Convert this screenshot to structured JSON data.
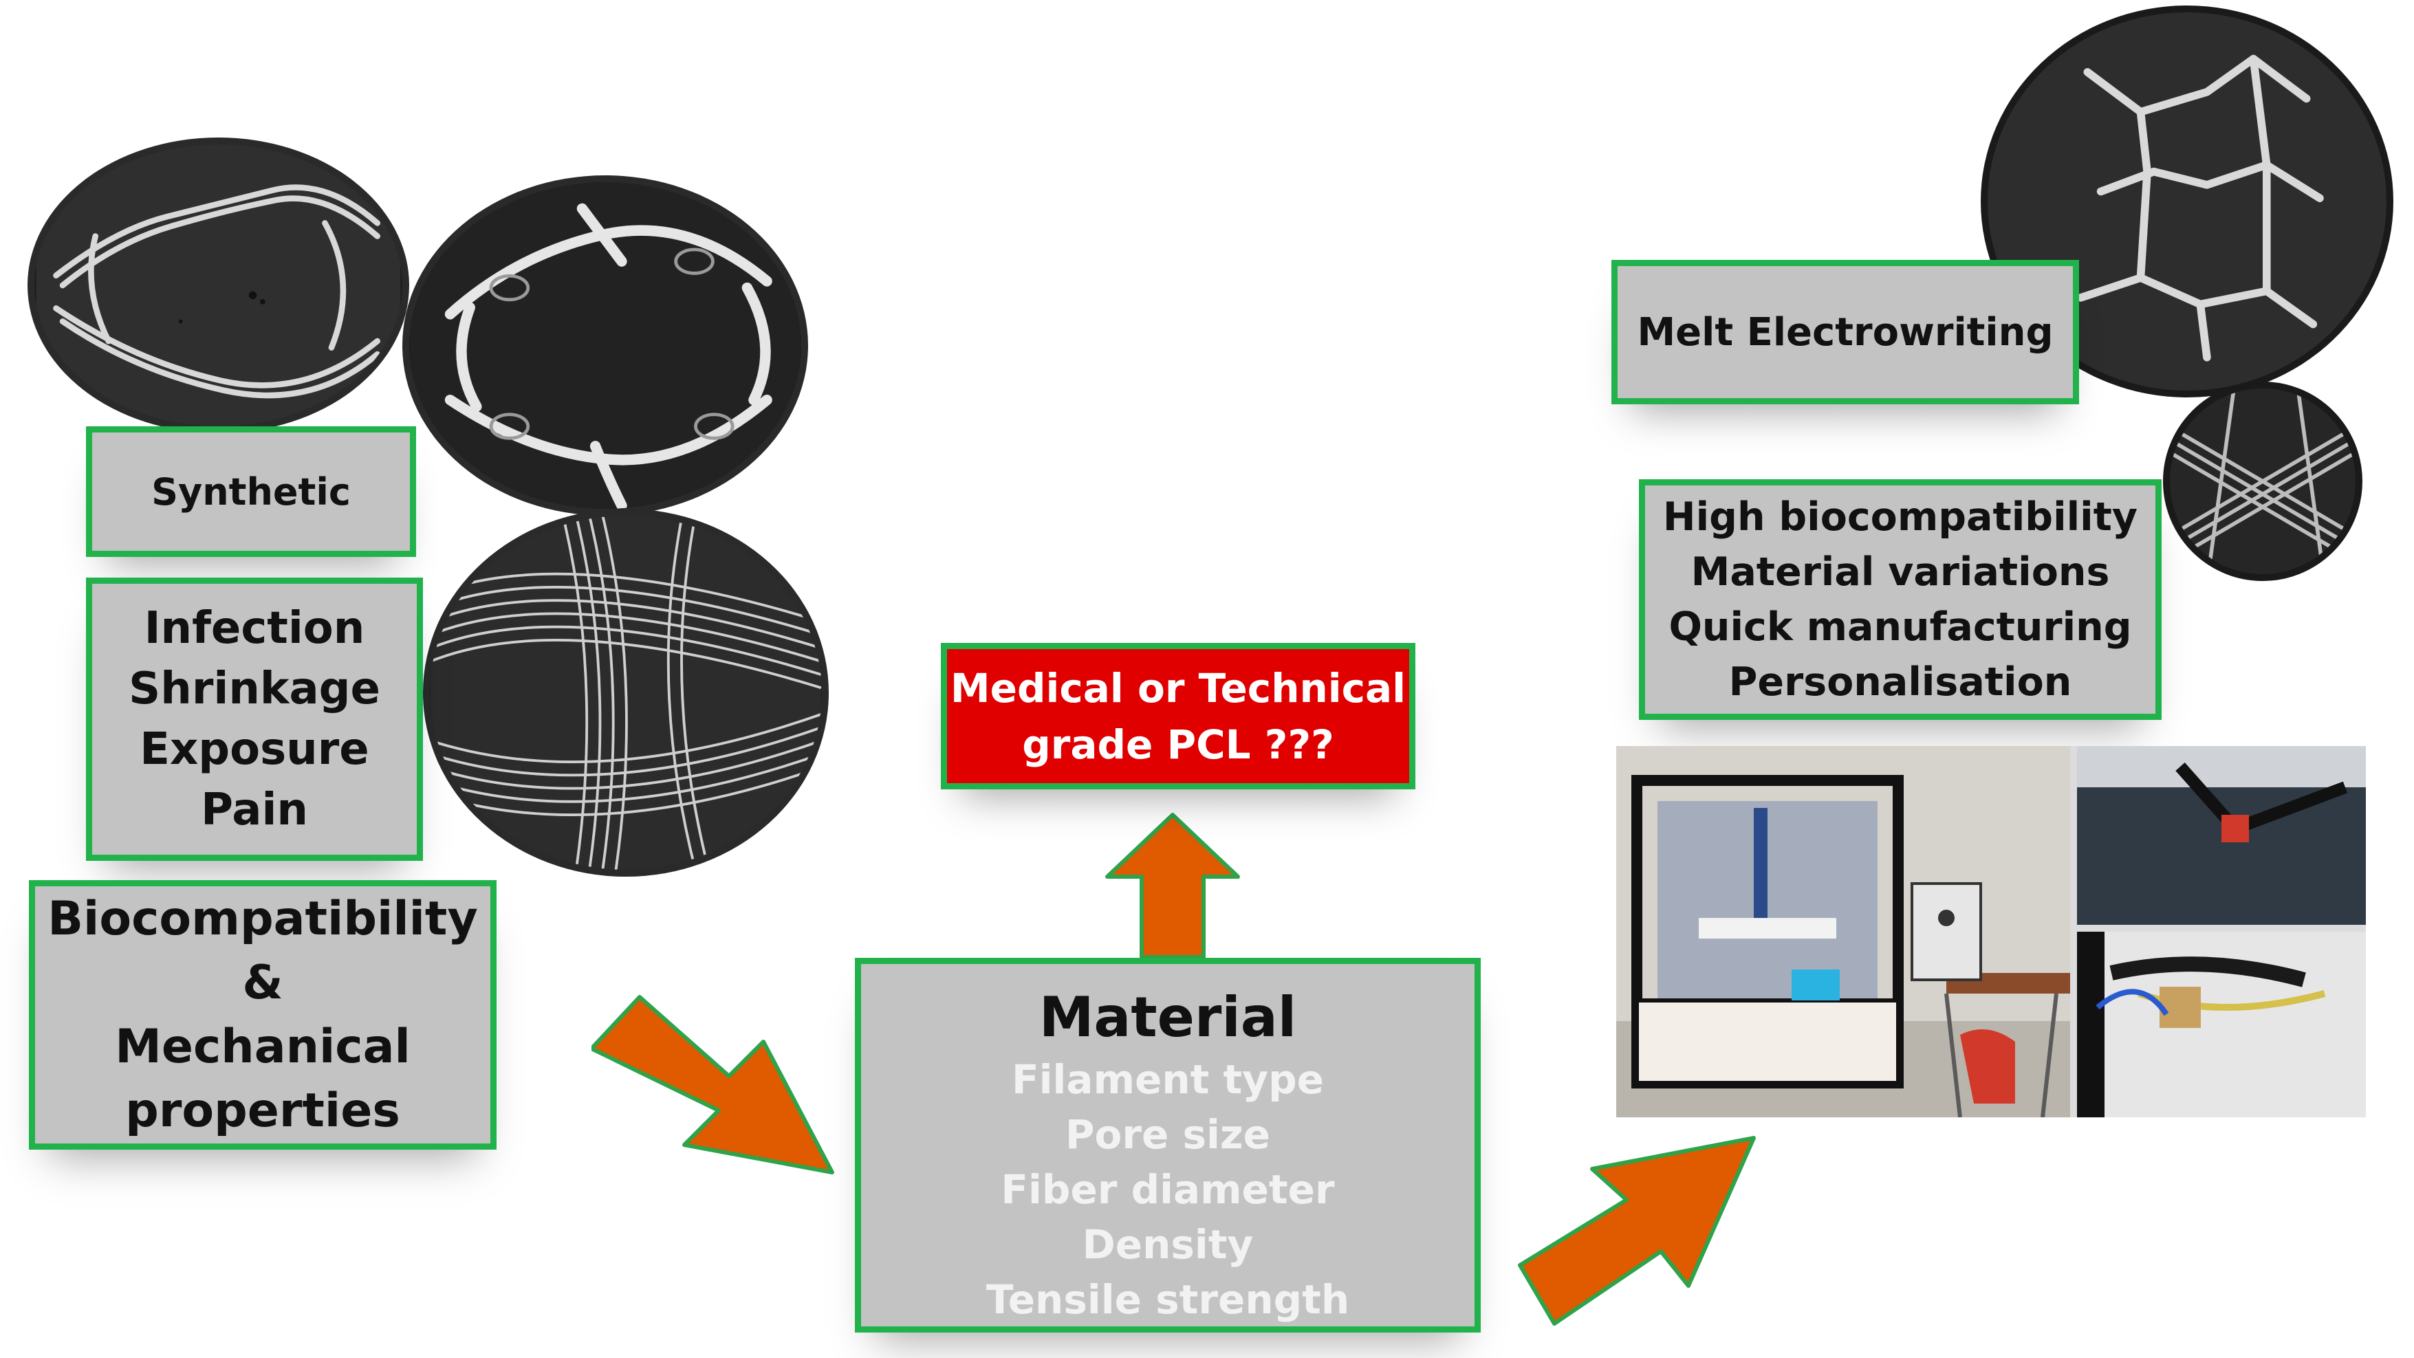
{
  "labels": {
    "synthetic": "Synthetic",
    "complications": [
      "Infection",
      "Shrinkage",
      "Exposure",
      "Pain"
    ],
    "requirements": [
      "Biocompatibility",
      "&",
      "Mechanical",
      "properties"
    ],
    "question": [
      "Medical or Technical",
      "grade PCL ???"
    ],
    "material_title": "Material",
    "material_params": [
      "Filament type",
      "Pore size",
      "Fiber diameter",
      "Density",
      "Tensile strength"
    ],
    "mew": "Melt Electrowriting",
    "advantages": [
      "High biocompatibility",
      "Material variations",
      "Quick manufacturing",
      "Personalisation"
    ]
  },
  "colors": {
    "box_fill": "#c3c3c3",
    "box_border": "#22b24c",
    "question_fill": "#e00000",
    "arrow": "#e05a00",
    "material_params_text": "#f2f2f2"
  },
  "images": {
    "sem_mesh_1": "sem-knitted-mesh-icon",
    "sem_mesh_2": "sem-knitted-mesh-closeup-icon",
    "sem_fibers": "sem-braided-fibers-icon",
    "mew_scaffold": "mew-scaffold-icon",
    "mew_grid": "mew-grid-icon",
    "printer": "mew-printer-photo-icon"
  }
}
